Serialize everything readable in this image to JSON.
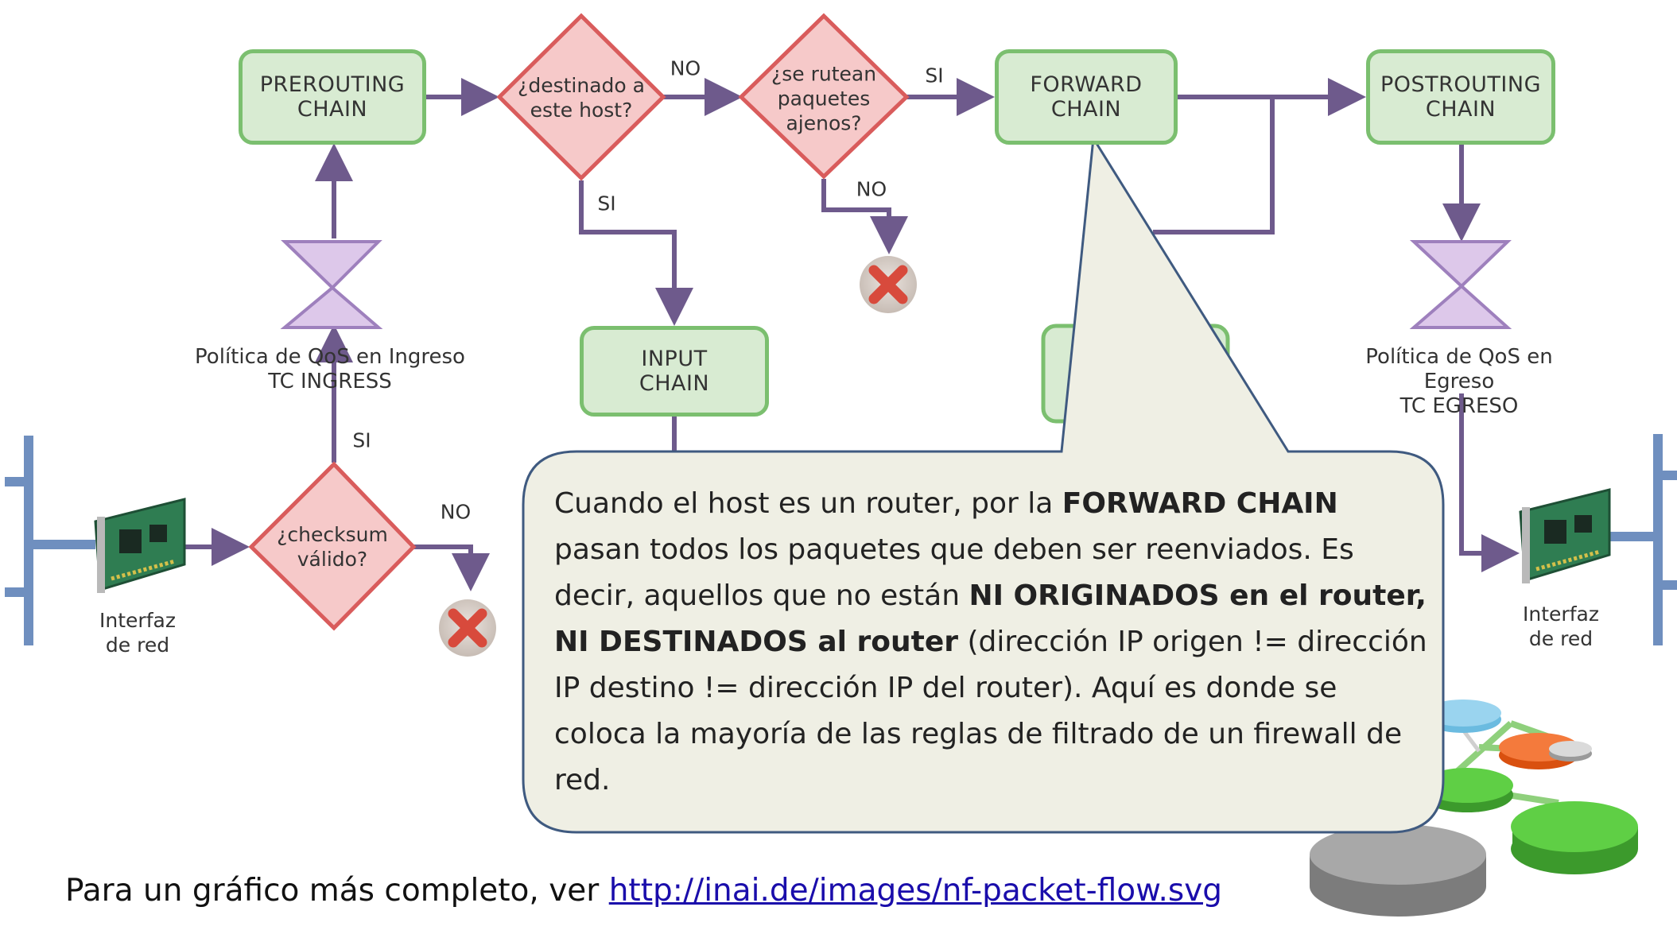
{
  "nodes": {
    "prerouting": "PREROUTING\nCHAIN",
    "forward": "FORWARD\nCHAIN",
    "postrouting": "POSTROUTING\nCHAIN",
    "input": "INPUT\nCHAIN"
  },
  "decisions": {
    "destinado": "¿destinado a\neste host?",
    "rutean": "¿se rutean\npaquetes\najenos?",
    "checksum": "¿checksum\nválido?"
  },
  "edge_labels": {
    "destinado_no": "NO",
    "destinado_si": "SI",
    "rutean_si": "SI",
    "rutean_no": "NO",
    "checksum_si": "SI",
    "checksum_no": "NO"
  },
  "captions": {
    "qos_ingreso": "Política de QoS en Ingreso\nTC INGRESS",
    "qos_egreso": "Política de QoS en Egreso\nTC EGRESO",
    "nic_left": "Interfaz\nde red",
    "nic_right": "Interfaz\nde red"
  },
  "callout": {
    "p1": "Cuando el host es un router, por la ",
    "b1": "FORWARD CHAIN",
    "p2": " pasan todos los paquetes que deben ser reenviados. Es decir, aquellos que no están ",
    "b2": "NI ORIGINADOS en el router, NI DESTINADOS al router",
    "p3": " (dirección IP origen != dirección IP destino != dirección IP del router). Aquí es donde se coloca la mayoría de las reglas de filtrado de un firewall de red."
  },
  "footer": {
    "text": "Para un gráfico más completo, ver ",
    "link": "http://inai.de/images/nf-packet-flow.svg"
  },
  "colors": {
    "chain_fill": "#d8ebd2",
    "chain_border": "#7bbf6f",
    "decision_fill": "#f6c9c9",
    "decision_border": "#d95c5c",
    "arrow": "#6e5a8c",
    "qos_fill": "#ddc8ea",
    "bus": "#6f8fbf",
    "callout_fill": "#efefe4",
    "callout_border": "#3f5a80"
  }
}
